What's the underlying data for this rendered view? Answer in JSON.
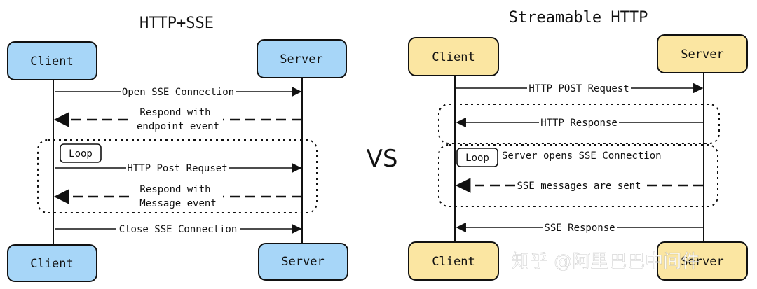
{
  "left": {
    "title": "HTTP+SSE",
    "client_top": "Client",
    "server_top": "Server",
    "client_bottom": "Client",
    "server_bottom": "Server",
    "loop_label": "Loop",
    "messages": {
      "open_sse": "Open SSE Connection",
      "respond_endpoint_1": "Respond with",
      "respond_endpoint_2": "endpoint event",
      "http_post": "HTTP Post Requset",
      "respond_message_1": "Respond with",
      "respond_message_2": "Message event",
      "close_sse": "Close SSE Connection"
    },
    "colors": {
      "box_fill": "#a7d6f8"
    }
  },
  "vs_label": "VS",
  "right": {
    "title": "Streamable HTTP",
    "client_top": "Client",
    "server_top": "Server",
    "client_bottom": "Client",
    "server_bottom": "Server",
    "loop_label": "Loop",
    "messages": {
      "http_post": "HTTP POST Request",
      "http_response": "HTTP Response",
      "server_opens_sse": "Server opens SSE Connection",
      "sse_messages": "SSE messages are sent",
      "sse_response": "SSE Response"
    },
    "colors": {
      "box_fill": "#fbe6a2"
    }
  },
  "watermark": "知乎 @阿里巴巴中间件"
}
